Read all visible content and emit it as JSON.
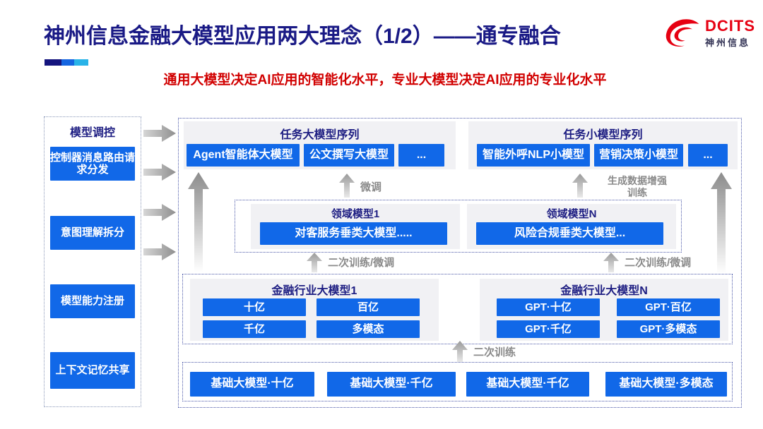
{
  "header": {
    "title": "神州信息金融大模型应用两大理念（1/2）——通专融合",
    "subtitle": "通用大模型决定AI应用的智能化水平，专业大模型决定AI应用的专业化水平",
    "logo": {
      "name": "DCITS",
      "company": "神州信息"
    },
    "accent_bar_colors": [
      "#15157e",
      "#1565e0",
      "#29b3e8"
    ]
  },
  "sidebar": {
    "title": "模型调控",
    "items": [
      "控制器消息路由请求分发",
      "意图理解拆分",
      "模型能力注册",
      "上下文记忆共享"
    ]
  },
  "diagram": {
    "task_large": {
      "title": "任务大模型序列",
      "items": [
        "Agent智能体大模型",
        "公文撰写大模型",
        "..."
      ]
    },
    "task_small": {
      "title": "任务小模型序列",
      "items": [
        "智能外呼NLP小模型",
        "营销决策小模型",
        "..."
      ]
    },
    "labels": {
      "finetune": "微调",
      "gen_data_line1": "生成数据增强",
      "gen_data_line2": "训练",
      "secondary_ft_left": "二次训练/微调",
      "secondary_ft_right": "二次训练/微调",
      "secondary_train": "二次训练"
    },
    "domain": {
      "model1": {
        "title": "领域模型1",
        "item": "对客服务垂类大模型....."
      },
      "modelN": {
        "title": "领域模型N",
        "item": "风险合规垂类大模型..."
      }
    },
    "industry": {
      "model1": {
        "title": "金融行业大模型1",
        "items": [
          "十亿",
          "百亿",
          "千亿",
          "多模态"
        ]
      },
      "modelN": {
        "title": "金融行业大模型N",
        "items": [
          "GPT·十亿",
          "GPT·百亿",
          "GPT·千亿",
          "GPT·多模态"
        ]
      }
    },
    "base": {
      "items": [
        "基础大模型·十亿",
        "基础大模型·千亿",
        "基础大模型·千亿",
        "基础大模型·多模态"
      ]
    }
  },
  "colors": {
    "accent_blue": "#1168e8",
    "navy": "#1d1d82",
    "title_navy": "#191985",
    "subtitle_red": "#d10000",
    "logo_red": "#e60012",
    "label_gray": "#8a8a8a",
    "panel_gray": "#f1f1f4"
  }
}
